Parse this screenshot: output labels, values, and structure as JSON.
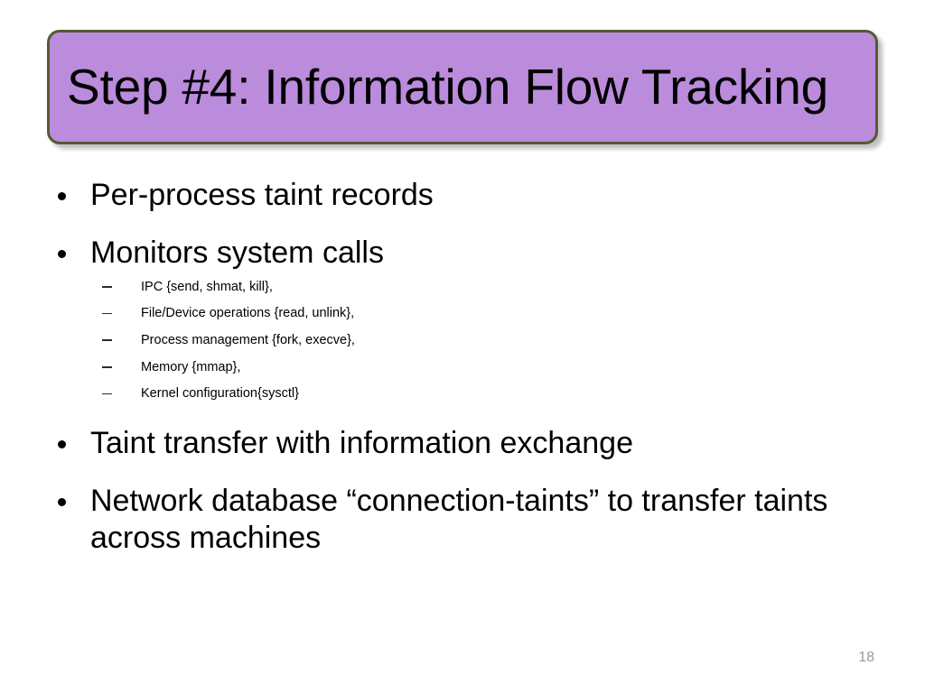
{
  "slide": {
    "title": "Step #4: Information Flow Tracking",
    "number": "18",
    "colors": {
      "title_fill": "#bb8bdc",
      "title_border": "#565a31",
      "text": "#000000",
      "slide_number": "#9a9a9a",
      "background": "#ffffff"
    },
    "bullets": [
      {
        "text": "Per-process taint records",
        "sub": []
      },
      {
        "text": "Monitors system calls",
        "sub": [
          "IPC {send, shmat, kill},",
          "File/Device operations {read, unlink},",
          "Process management {fork, execve},",
          "Memory {mmap},",
          "Kernel configuration{sysctl}"
        ]
      },
      {
        "text": "Taint transfer with information exchange",
        "sub": []
      },
      {
        "text": "Network database “connection-taints” to transfer taints across machines",
        "sub": []
      }
    ]
  }
}
